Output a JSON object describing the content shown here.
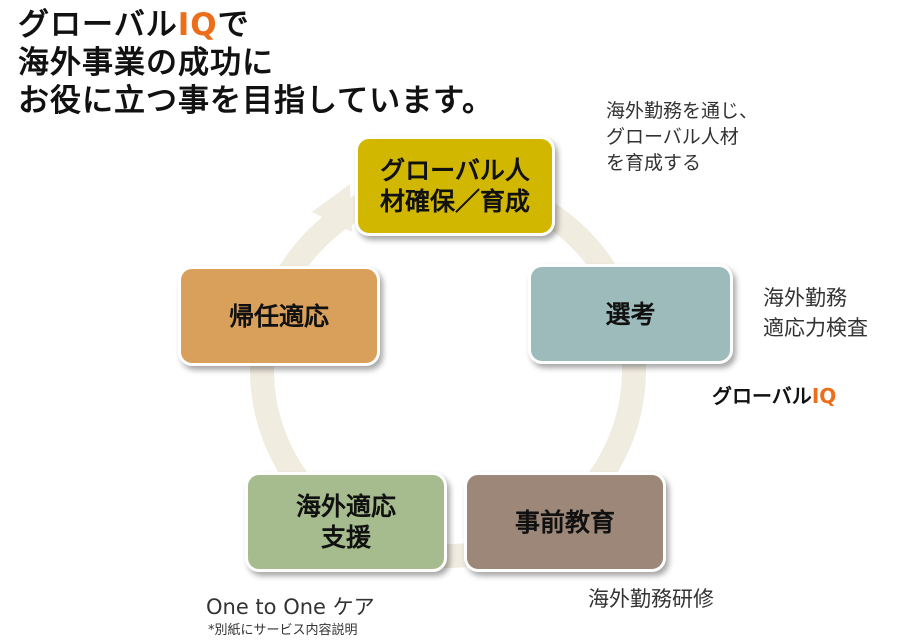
{
  "headline": {
    "line1_prefix": "グローバル",
    "line1_accent": "IQ",
    "line1_suffix": "で",
    "line2": "海外事業の成功に",
    "line3": "お役に立つ事を目指しています。"
  },
  "cycle": {
    "steps": [
      {
        "label": "グローバル人\n材確保／育成",
        "color": "#d2b700"
      },
      {
        "label": "選考",
        "color": "#9ebbbc"
      },
      {
        "label": "事前教育",
        "color": "#9c8778"
      },
      {
        "label": "海外適応\n支援",
        "color": "#a6bc8e"
      },
      {
        "label": "帰任適応",
        "color": "#d8a05a"
      }
    ],
    "ring_color": "#f1ece0"
  },
  "notes": {
    "top": "海外勤務を通じ、\nグローバル人材\nを育成する",
    "right": "海外勤務\n適応力検査",
    "bottom_right": "海外勤務研修",
    "bottom_left": "One to One ケア",
    "bottom_left_small": "*別紙にサービス内容説明"
  },
  "brand": {
    "prefix": "グローバル",
    "accent": "IQ",
    "accent_color": "#ec6d1a"
  }
}
